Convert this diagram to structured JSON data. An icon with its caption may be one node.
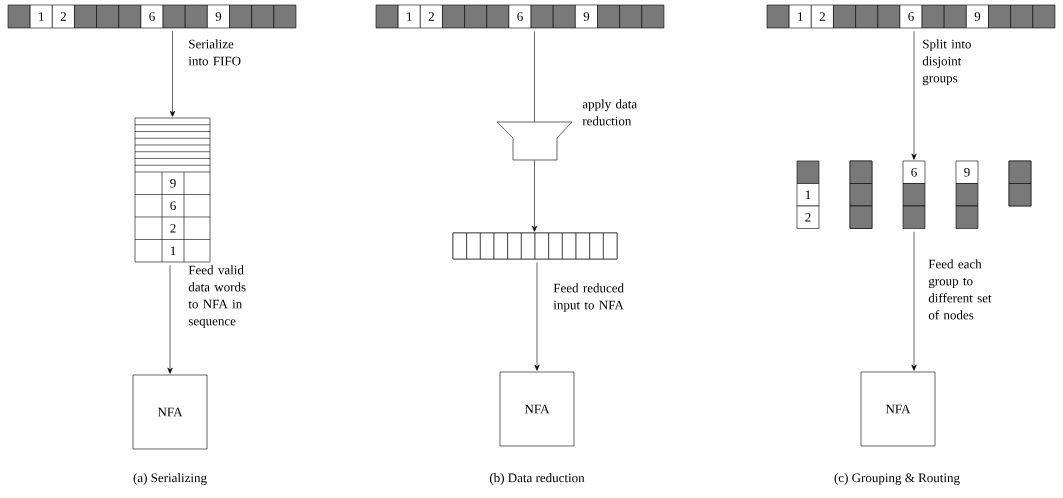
{
  "diagram": {
    "nodes": [
      {
        "text": [
          "1",
          "2",
          "6",
          "9"
        ]
      },
      {
        "text": [
          "9",
          "6",
          "2",
          "1"
        ]
      },
      {
        "text": [
          "NFA"
        ]
      },
      {
        "text": [
          "1",
          "2",
          "6",
          "9"
        ]
      },
      {
        "text": [],
        "shape": "funnel",
        "beside": [
          "apply data reduction"
        ]
      },
      {
        "text": [],
        "shape": "bar"
      },
      {
        "text": [
          "NFA"
        ]
      },
      {
        "text": [
          "1",
          "2",
          "6",
          "9"
        ]
      },
      {
        "text": [
          "1",
          "2"
        ]
      },
      {
        "text": [],
        "shape": "box"
      },
      {
        "text": [
          "6"
        ]
      },
      {
        "text": [
          "9"
        ]
      },
      {
        "text": [],
        "shape": "box"
      },
      {
        "text": [
          "NFA"
        ]
      }
    ],
    "edges": [
      {
        "from": 0,
        "to": 1,
        "arrow": "to",
        "label": "Serialize into FIFO"
      },
      {
        "from": 1,
        "to": 2,
        "arrow": "to",
        "label": "Feed valid data words to NFA in sequence"
      },
      {
        "from": 3,
        "to": 4,
        "arrow": "none"
      },
      {
        "from": 4,
        "to": 5,
        "arrow": "to"
      },
      {
        "from": 5,
        "to": 6,
        "arrow": "to",
        "label": "Feed reduced input to NFA"
      },
      {
        "from": 7,
        "to": 10,
        "arrow": "to",
        "label": "Split into disjoint groups"
      },
      {
        "from": 10,
        "to": 13,
        "arrow": "to",
        "label": "Feed each group to different set of nodes"
      }
    ],
    "labels": [
      "(a) Serializing",
      "(b) Data reduction",
      "(c) Grouping & Routing"
    ]
  }
}
